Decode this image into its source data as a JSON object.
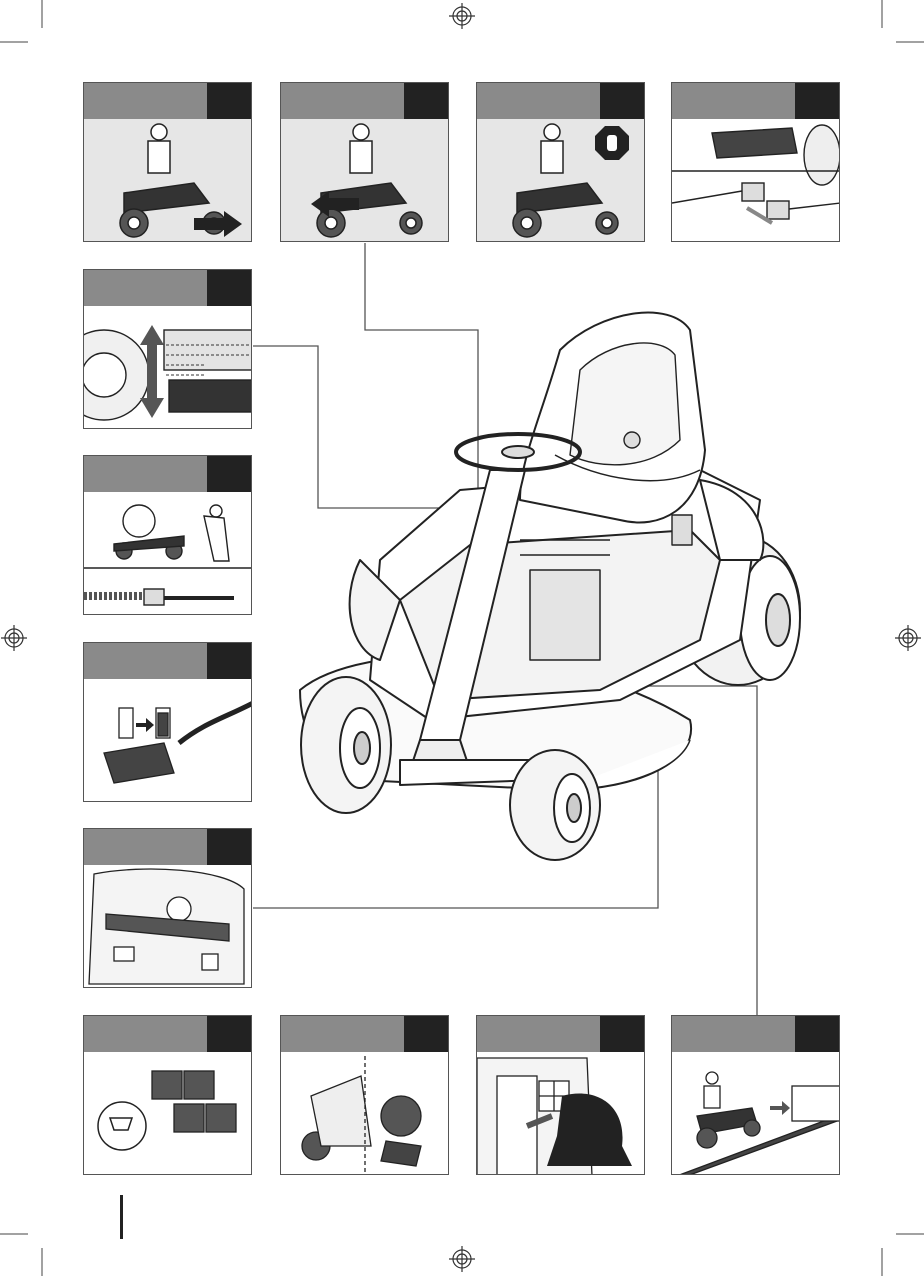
{
  "page": {
    "background": "#ffffff",
    "panel_header_color": "#8a8a8a",
    "panel_number_color": "#222222",
    "panel_body_color": "#e6e6e6"
  },
  "panels": [
    {
      "id": "drive-forward",
      "number": "",
      "icon": "forward-arrow-icon"
    },
    {
      "id": "drive-reverse",
      "number": "",
      "icon": "reverse-arrow-icon"
    },
    {
      "id": "stop",
      "number": "",
      "icon": "stop-hand-icon"
    },
    {
      "id": "deck-connector",
      "number": "",
      "icon": "connector-icon"
    },
    {
      "id": "cutting-height",
      "number": "",
      "icon": "height-adjust-icon"
    },
    {
      "id": "push-mode",
      "number": "",
      "icon": "freewheel-icon"
    },
    {
      "id": "charging",
      "number": "",
      "icon": "battery-charge-icon"
    },
    {
      "id": "blade-replace",
      "number": "",
      "icon": "blade-icon"
    },
    {
      "id": "battery-replace",
      "number": "",
      "icon": "battery-cart-icon"
    },
    {
      "id": "cleaning",
      "number": "",
      "icon": "brush-icon"
    },
    {
      "id": "storage",
      "number": "",
      "icon": "shed-icon"
    },
    {
      "id": "transport",
      "number": "",
      "icon": "trailer-ramp-icon"
    }
  ],
  "footer": {
    "page_number": ""
  }
}
